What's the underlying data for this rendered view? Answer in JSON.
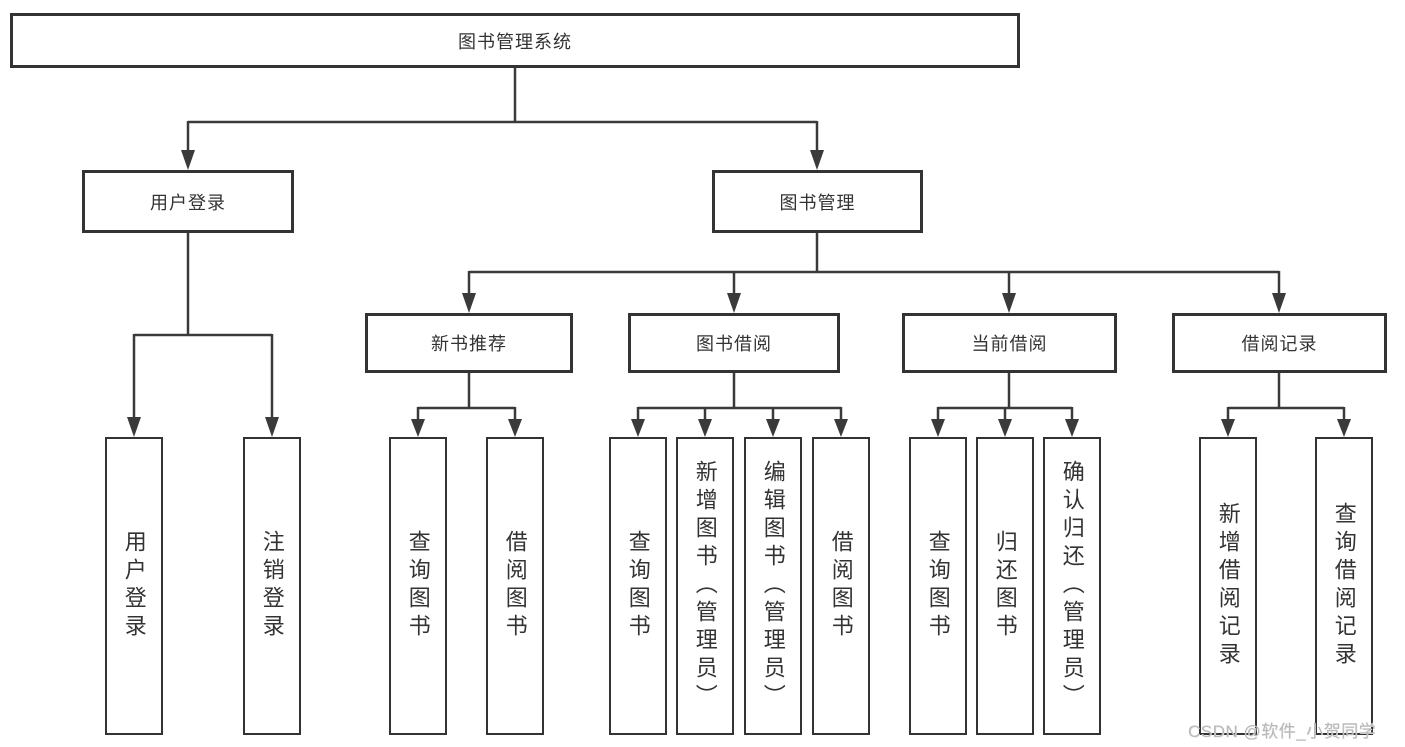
{
  "diagram": {
    "type": "tree",
    "root": "图书管理系统",
    "branches": [
      {
        "label": "用户登录",
        "leaves": [
          "用户登录",
          "注销登录"
        ]
      },
      {
        "label": "图书管理",
        "groups": [
          {
            "label": "新书推荐",
            "leaves": [
              "查询图书",
              "借阅图书"
            ]
          },
          {
            "label": "图书借阅",
            "leaves": [
              "查询图书",
              "新增图书（管理员）",
              "编辑图书（管理员）",
              "借阅图书"
            ]
          },
          {
            "label": "当前借阅",
            "leaves": [
              "查询图书",
              "归还图书",
              "确认归还（管理员）"
            ]
          },
          {
            "label": "借阅记录",
            "leaves": [
              "新增借阅记录",
              "查询借阅记录"
            ]
          }
        ]
      }
    ]
  },
  "colors": {
    "line": "#3a3a3a",
    "border": "#333333",
    "text": "#333333",
    "watermark": "#b9b9b9",
    "background": "#ffffff"
  },
  "watermark": "CSDN @软件_小贺同学"
}
